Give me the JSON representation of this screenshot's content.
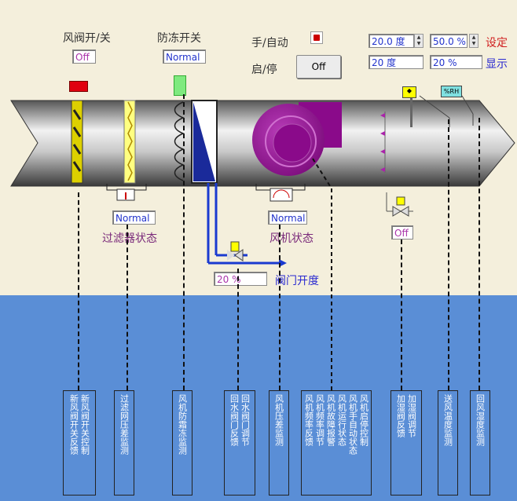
{
  "colors": {
    "top_bg": "#f4efdc",
    "bottom_bg": "#5a8ed6",
    "duct": "#9a9a9a",
    "fan_purple": "#8a0a8a",
    "water_blue": "#1a3ad0"
  },
  "labels": {
    "damper_switch": "风阀开/关",
    "antifreeze_switch": "防冻开关",
    "manual_auto": "手/自动",
    "start_stop": "启/停",
    "setpoint": "设定",
    "display": "显示",
    "filter_status": "过滤器状态",
    "fan_status": "风机状态",
    "valve_opening": "阀门开度"
  },
  "values": {
    "damper_state": "Off",
    "antifreeze_state": "Normal",
    "start_stop_button": "Off",
    "temp_setpoint": "20.0 度",
    "humidity_setpoint": "50.0 %",
    "temp_display": "20 度",
    "humidity_display": "20 %",
    "filter_state": "Normal",
    "fan_diff_state": "Normal",
    "valve_value": "20 %",
    "humidifier_state": "Off",
    "humidity_sensor": "%RH"
  },
  "icons": {
    "manual_auto": "alarm-switch-icon",
    "temp_sensor": "temperature-sensor-icon"
  },
  "bottom_boxes": [
    {
      "cols": [
        "新风阀开关反馈",
        "新风阀开关控制"
      ]
    },
    {
      "cols": [
        "过滤网压差监测"
      ]
    },
    {
      "cols": [
        "风机防霜冻监测"
      ]
    },
    {
      "cols": [
        "回水阀门反馈",
        "回水阀门调节"
      ]
    },
    {
      "cols": [
        "风机压差监测"
      ]
    },
    {
      "cols": [
        "风机频率反馈",
        "风机频率调节",
        "风机故障报警",
        "风机运行状态",
        "风机手自动状态",
        "风机启停控制"
      ]
    },
    {
      "cols": [
        "加湿阀反馈",
        "加湿阀调节"
      ]
    },
    {
      "cols": [
        "送风温度监测"
      ]
    },
    {
      "cols": [
        "回风湿度监测"
      ]
    }
  ]
}
